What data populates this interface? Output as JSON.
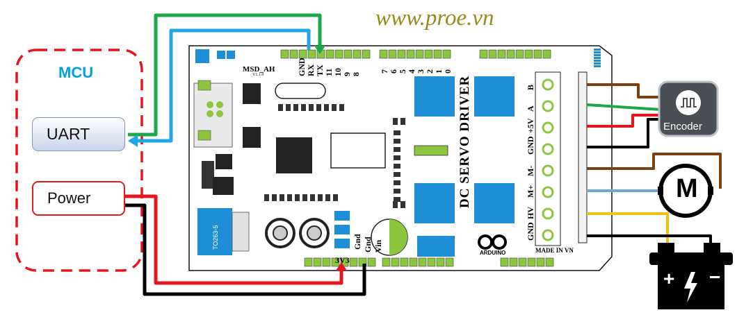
{
  "watermark": "www.proe.vn",
  "mcu": {
    "title": "MCU",
    "uart_label": "UART",
    "power_label": "Power"
  },
  "board": {
    "model": "MSD_AH",
    "version": "V1.1.0",
    "title": "DC SERVO DRIVER",
    "made_in": "MADE IN VN",
    "arduino": "ARDUINO",
    "regulator": "TO263-5",
    "top_header_pins": [
      "GND",
      "RX",
      "TX",
      "11",
      "10",
      "9",
      "8"
    ],
    "top_header_pins_right": [
      "7",
      "6",
      "5",
      "4",
      "3",
      "2",
      "1",
      "0"
    ],
    "bottom_pins": [
      "3V3",
      "Gnd",
      "Gnd",
      "Vin"
    ],
    "terminal_pins": [
      "B",
      "A",
      "+5V",
      "GND",
      "M-",
      "M+",
      "HV",
      "GND"
    ]
  },
  "peripherals": {
    "encoder_label": "Encoder",
    "motor_symbol": "M",
    "battery_plus": "+",
    "battery_minus": "−"
  },
  "colors": {
    "wire_green": "#1aa84a",
    "wire_blue": "#21a7e6",
    "wire_red": "#e8141c",
    "wire_black": "#000000",
    "wire_brown": "#7a3f12",
    "wire_lightblue": "#6ea6d8",
    "wire_yellow": "#f0c018",
    "dashed_border": "#e8141c",
    "board_green": "#8cc63f",
    "mosfet_blue": "#1e8fd6"
  }
}
